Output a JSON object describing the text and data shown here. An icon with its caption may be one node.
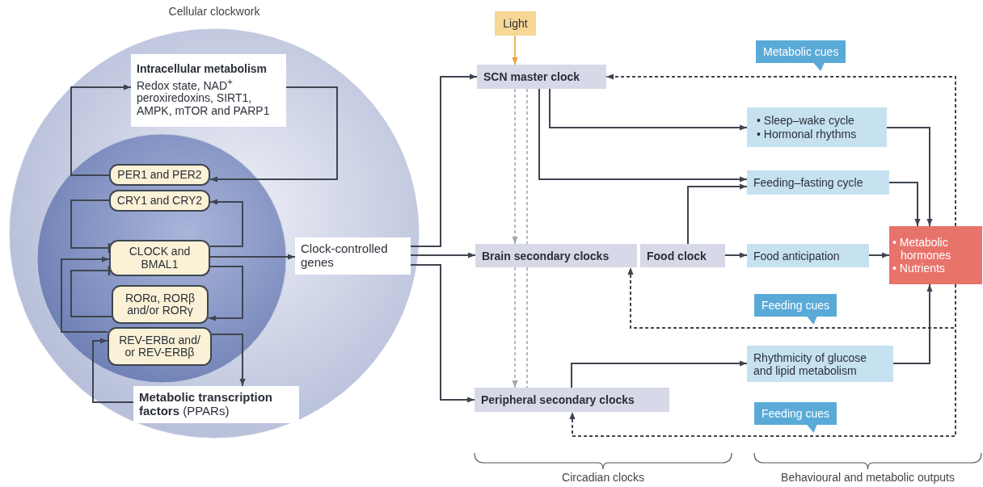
{
  "diagram": {
    "nodes": [
      {
        "text": [
          "Cellular clockwork"
        ]
      },
      {
        "text": [],
        "shape": "circle",
        "in": 0
      },
      {
        "text": [
          "Intracellular metabolism",
          "Redox state, NAD$^{+}$ peroxiredoxins, SIRT1, AMPK, mTOR and PARP1"
        ],
        "in": 0
      },
      {
        "text": [
          "PER1 and PER2"
        ],
        "in": 1
      },
      {
        "text": [
          "CRY1 and CRY2"
        ],
        "in": 1
      },
      {
        "text": [
          "CLOCK and BMAL1"
        ],
        "in": 1
      },
      {
        "text": [
          "RORα, RORβ and/or RORγ"
        ],
        "in": 1
      },
      {
        "text": [
          "REV-ERBα and/ or REV-ERBβ"
        ],
        "in": 1
      },
      {
        "text": [
          "**Metabolic transcription factors** (PPARs)"
        ],
        "in": 0
      },
      {
        "text": [
          "Clock-controlled genes"
        ],
        "in": 0
      },
      {
        "text": [
          "Light"
        ]
      },
      {
        "text": [
          "SCN master clock"
        ]
      },
      {
        "text": [
          "• Sleep–wake cycle",
          "• Hormonal rhythms"
        ]
      },
      {
        "text": [
          "Feeding–fasting cycle"
        ]
      },
      {
        "text": [
          "Brain secondary clocks"
        ]
      },
      {
        "text": [
          "Food clock"
        ]
      },
      {
        "text": [
          "Food anticipation"
        ]
      },
      {
        "text": [
          "• Metabolic hormones",
          "• Nutrients"
        ]
      },
      {
        "text": [
          "Rhythmicity of glucose and lipid metabolism"
        ]
      },
      {
        "text": [
          "Peripheral secondary clocks"
        ]
      }
    ],
    "edges": [
      {
        "from": 3,
        "to": 2,
        "arrow": "to"
      },
      {
        "from": 2,
        "to": 3,
        "arrow": "to"
      },
      {
        "from": 4,
        "to": 5,
        "arrow": "other"
      },
      {
        "from": 5,
        "to": 4,
        "arrow": "to"
      },
      {
        "from": 5,
        "to": 9,
        "arrow": "to"
      },
      {
        "from": 5,
        "to": 6,
        "arrow": "to"
      },
      {
        "from": 6,
        "to": 5,
        "arrow": "other"
      },
      {
        "from": 7,
        "to": 5,
        "arrow": "to"
      },
      {
        "from": 8,
        "to": 7,
        "arrow": "to"
      },
      {
        "from": 7,
        "to": 8,
        "arrow": "to"
      },
      {
        "from": 9,
        "to": 11,
        "arrow": "to"
      },
      {
        "from": 9,
        "to": 14,
        "arrow": "to"
      },
      {
        "from": 9,
        "to": 19,
        "arrow": "to"
      },
      {
        "from": 10,
        "to": 11,
        "arrow": "to",
        "color": "#e8a43a"
      },
      {
        "from": 11,
        "to": 12,
        "arrow": "to"
      },
      {
        "from": 11,
        "to": 13,
        "arrow": "to"
      },
      {
        "from": 15,
        "to": 13,
        "arrow": "to"
      },
      {
        "from": 12,
        "to": 17,
        "arrow": "to"
      },
      {
        "from": 13,
        "to": 17,
        "arrow": "to"
      },
      {
        "from": 15,
        "to": 16,
        "arrow": "to"
      },
      {
        "from": 16,
        "to": 17,
        "arrow": "to"
      },
      {
        "from": 18,
        "to": 17,
        "arrow": "to"
      },
      {
        "from": 19,
        "to": 18,
        "arrow": "to"
      },
      {
        "from": 11,
        "to": 14,
        "arrow": "to",
        "style": "dashed",
        "color": "#a4a7ad"
      },
      {
        "from": 14,
        "to": 11,
        "arrow": "to",
        "style": "dashed",
        "color": "#a4a7ad"
      },
      {
        "from": 14,
        "to": 19,
        "arrow": "to",
        "style": "dashed",
        "color": "#a4a7ad"
      },
      {
        "from": 19,
        "to": 14,
        "arrow": "to",
        "style": "dashed",
        "color": "#a4a7ad"
      },
      {
        "from": 17,
        "to": 11,
        "arrow": "to",
        "style": "dashed",
        "label": "Metabolic cues"
      },
      {
        "from": 17,
        "to": 14,
        "arrow": "to",
        "style": "dashed",
        "label": "Feeding cues"
      },
      {
        "from": 17,
        "to": 19,
        "arrow": "to",
        "style": "dashed",
        "label": "Feeding cues"
      }
    ],
    "labels": [
      "Circadian clocks",
      "Behavioural and metabolic outputs"
    ]
  }
}
